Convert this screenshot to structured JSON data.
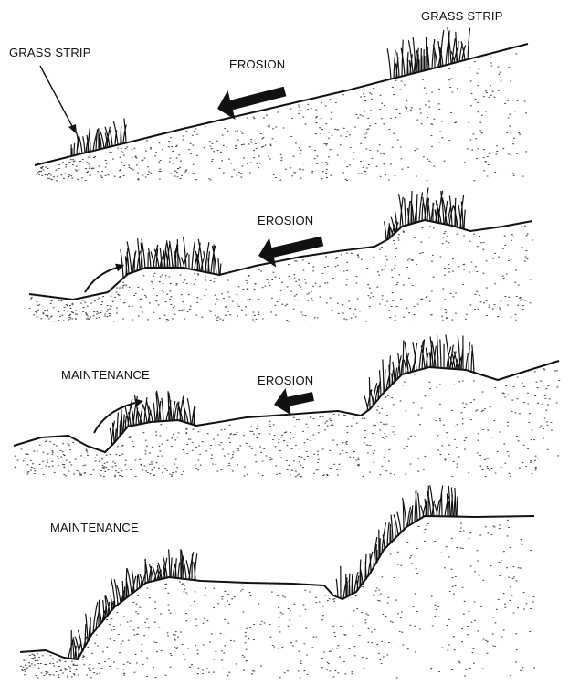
{
  "panels": [
    {
      "id": "panel-1",
      "labels": [
        {
          "key": "grass_strip_left",
          "text": "GRASS STRIP"
        },
        {
          "key": "grass_strip_right",
          "text": "GRASS STRIP"
        },
        {
          "key": "erosion",
          "text": "EROSION"
        }
      ]
    },
    {
      "id": "panel-2",
      "labels": [
        {
          "key": "erosion",
          "text": "EROSION"
        }
      ]
    },
    {
      "id": "panel-3",
      "labels": [
        {
          "key": "maintenance",
          "text": "MAINTENANCE"
        },
        {
          "key": "erosion",
          "text": "EROSION"
        }
      ]
    },
    {
      "id": "panel-4",
      "labels": [
        {
          "key": "maintenance",
          "text": "MAINTENANCE"
        }
      ]
    }
  ],
  "colors": {
    "ink": "#111111",
    "background": "#ffffff",
    "soil_dots": "#444444"
  }
}
